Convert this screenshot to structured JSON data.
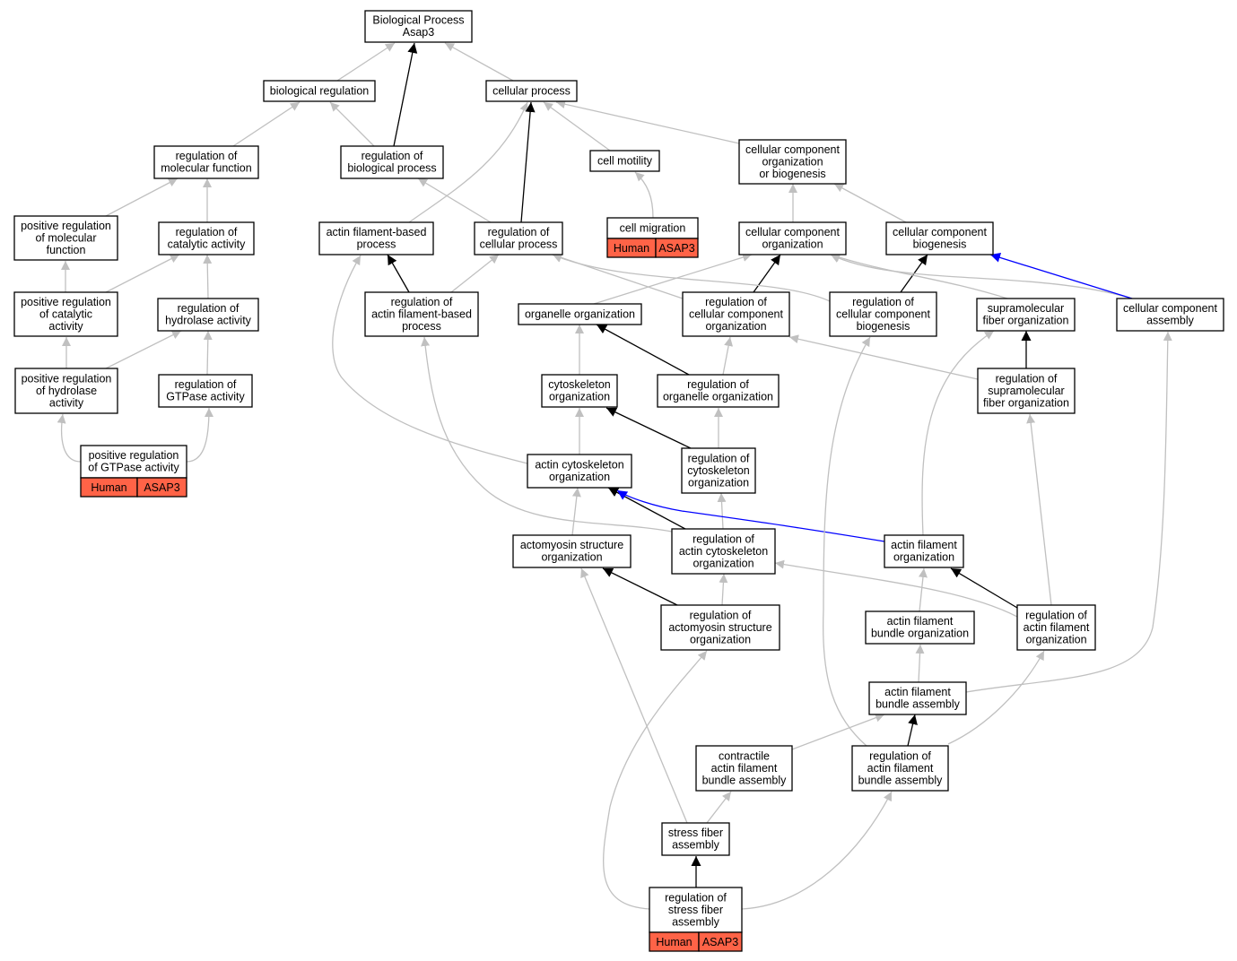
{
  "diagram": {
    "colors": {
      "is_a": "#c0c0c0",
      "part_of": "#000000",
      "regulates": "#0000ff",
      "annotation_fill": "#ff6347"
    },
    "nodes": [
      {
        "id": "root",
        "lines": [
          "Biological Process",
          "Asap3"
        ]
      },
      {
        "id": "biological_regulation",
        "lines": [
          "biological regulation"
        ]
      },
      {
        "id": "cellular_process",
        "lines": [
          "cellular process"
        ]
      },
      {
        "id": "regulation_of_molecular_function",
        "lines": [
          "regulation of",
          "molecular function"
        ]
      },
      {
        "id": "regulation_of_biological_process",
        "lines": [
          "regulation of",
          "biological process"
        ]
      },
      {
        "id": "cell_motility",
        "lines": [
          "cell motility"
        ]
      },
      {
        "id": "ccob",
        "lines": [
          "cellular component",
          "organization",
          "or biogenesis"
        ]
      },
      {
        "id": "pos_reg_molecular_function",
        "lines": [
          "positive regulation",
          "of molecular",
          "function"
        ]
      },
      {
        "id": "regulation_of_catalytic_activity",
        "lines": [
          "regulation of",
          "catalytic activity"
        ]
      },
      {
        "id": "actin_filament_based_process",
        "lines": [
          "actin filament-based",
          "process"
        ]
      },
      {
        "id": "regulation_of_cellular_process",
        "lines": [
          "regulation of",
          "cellular process"
        ]
      },
      {
        "id": "cell_migration",
        "lines": [
          "cell migration"
        ]
      },
      {
        "id": "cellular_component_organization",
        "lines": [
          "cellular component",
          "organization"
        ]
      },
      {
        "id": "cellular_component_biogenesis",
        "lines": [
          "cellular component",
          "biogenesis"
        ]
      },
      {
        "id": "pos_reg_catalytic_activity",
        "lines": [
          "positive regulation",
          "of catalytic",
          "activity"
        ]
      },
      {
        "id": "regulation_of_hydrolase_activity",
        "lines": [
          "regulation of",
          "hydrolase activity"
        ]
      },
      {
        "id": "reg_actin_filament_based_process",
        "lines": [
          "regulation of",
          "actin filament-based",
          "process"
        ]
      },
      {
        "id": "organelle_organization",
        "lines": [
          "organelle organization"
        ]
      },
      {
        "id": "reg_ccorg",
        "lines": [
          "regulation of",
          "cellular component",
          "organization"
        ]
      },
      {
        "id": "reg_ccbio",
        "lines": [
          "regulation of",
          "cellular component",
          "biogenesis"
        ]
      },
      {
        "id": "supramolecular_fiber_org",
        "lines": [
          "supramolecular",
          "fiber organization"
        ]
      },
      {
        "id": "cellular_component_assembly",
        "lines": [
          "cellular component",
          "assembly"
        ]
      },
      {
        "id": "pos_reg_hydrolase_activity",
        "lines": [
          "positive regulation",
          "of hydrolase",
          "activity"
        ]
      },
      {
        "id": "regulation_of_gtpase_activity",
        "lines": [
          "regulation of",
          "GTPase activity"
        ]
      },
      {
        "id": "cytoskeleton_organization",
        "lines": [
          "cytoskeleton",
          "organization"
        ]
      },
      {
        "id": "reg_organelle_org",
        "lines": [
          "regulation of",
          "organelle organization"
        ]
      },
      {
        "id": "reg_supramolecular_fiber_org",
        "lines": [
          "regulation of",
          "supramolecular",
          "fiber organization"
        ]
      },
      {
        "id": "pos_reg_gtpase_activity",
        "lines": [
          "positive regulation",
          "of GTPase activity"
        ]
      },
      {
        "id": "actin_cytoskeleton_org",
        "lines": [
          "actin cytoskeleton",
          "organization"
        ]
      },
      {
        "id": "reg_cytoskeleton_org",
        "lines": [
          "regulation of",
          "cytoskeleton",
          "organization"
        ]
      },
      {
        "id": "actomyosin_structure_org",
        "lines": [
          "actomyosin structure",
          "organization"
        ]
      },
      {
        "id": "reg_actin_cytoskeleton_org",
        "lines": [
          "regulation of",
          "actin cytoskeleton",
          "organization"
        ]
      },
      {
        "id": "actin_filament_org",
        "lines": [
          "actin filament",
          "organization"
        ]
      },
      {
        "id": "reg_actomyosin_structure_org",
        "lines": [
          "regulation of",
          "actomyosin structure",
          "organization"
        ]
      },
      {
        "id": "actin_filament_bundle_org",
        "lines": [
          "actin filament",
          "bundle organization"
        ]
      },
      {
        "id": "reg_actin_filament_org",
        "lines": [
          "regulation of",
          "actin filament",
          "organization"
        ]
      },
      {
        "id": "actin_filament_bundle_assembly",
        "lines": [
          "actin filament",
          "bundle assembly"
        ]
      },
      {
        "id": "contractile_afba",
        "lines": [
          "contractile",
          "actin filament",
          "bundle assembly"
        ]
      },
      {
        "id": "reg_afba",
        "lines": [
          "regulation of",
          "actin filament",
          "bundle assembly"
        ]
      },
      {
        "id": "stress_fiber_assembly",
        "lines": [
          "stress fiber",
          "assembly"
        ]
      },
      {
        "id": "reg_stress_fiber_assembly",
        "lines": [
          "regulation of",
          "stress fiber",
          "assembly"
        ]
      }
    ],
    "annotations": [
      {
        "node": "cell_migration",
        "cells": [
          "Human",
          "ASAP3"
        ]
      },
      {
        "node": "pos_reg_gtpase_activity",
        "cells": [
          "Human",
          "ASAP3"
        ]
      },
      {
        "node": "reg_stress_fiber_assembly",
        "cells": [
          "Human",
          "ASAP3"
        ]
      }
    ],
    "edges": [
      {
        "from": "biological_regulation",
        "to": "root",
        "type": "is_a"
      },
      {
        "from": "cellular_process",
        "to": "root",
        "type": "is_a"
      },
      {
        "from": "regulation_of_biological_process",
        "to": "root",
        "type": "part_of"
      },
      {
        "from": "regulation_of_molecular_function",
        "to": "biological_regulation",
        "type": "is_a"
      },
      {
        "from": "regulation_of_biological_process",
        "to": "biological_regulation",
        "type": "is_a"
      },
      {
        "from": "cell_motility",
        "to": "cellular_process",
        "type": "is_a"
      },
      {
        "from": "ccob",
        "to": "cellular_process",
        "type": "is_a"
      },
      {
        "from": "actin_filament_based_process",
        "to": "cellular_process",
        "type": "is_a"
      },
      {
        "from": "regulation_of_cellular_process",
        "to": "cellular_process",
        "type": "part_of"
      },
      {
        "from": "pos_reg_molecular_function",
        "to": "regulation_of_molecular_function",
        "type": "is_a"
      },
      {
        "from": "regulation_of_catalytic_activity",
        "to": "regulation_of_molecular_function",
        "type": "is_a"
      },
      {
        "from": "regulation_of_cellular_process",
        "to": "regulation_of_biological_process",
        "type": "is_a"
      },
      {
        "from": "cell_migration",
        "to": "cell_motility",
        "type": "is_a"
      },
      {
        "from": "cellular_component_organization",
        "to": "ccob",
        "type": "is_a"
      },
      {
        "from": "cellular_component_biogenesis",
        "to": "ccob",
        "type": "is_a"
      },
      {
        "from": "pos_reg_catalytic_activity",
        "to": "pos_reg_molecular_function",
        "type": "is_a"
      },
      {
        "from": "pos_reg_catalytic_activity",
        "to": "regulation_of_catalytic_activity",
        "type": "is_a"
      },
      {
        "from": "regulation_of_hydrolase_activity",
        "to": "regulation_of_catalytic_activity",
        "type": "is_a"
      },
      {
        "from": "reg_actin_filament_based_process",
        "to": "actin_filament_based_process",
        "type": "part_of"
      },
      {
        "from": "reg_actin_filament_based_process",
        "to": "regulation_of_cellular_process",
        "type": "is_a"
      },
      {
        "from": "organelle_organization",
        "to": "cellular_component_organization",
        "type": "is_a"
      },
      {
        "from": "reg_ccorg",
        "to": "cellular_component_organization",
        "type": "part_of"
      },
      {
        "from": "reg_ccorg",
        "to": "regulation_of_cellular_process",
        "type": "is_a"
      },
      {
        "from": "reg_ccbio",
        "to": "cellular_component_biogenesis",
        "type": "part_of"
      },
      {
        "from": "reg_ccbio",
        "to": "regulation_of_cellular_process",
        "type": "is_a"
      },
      {
        "from": "supramolecular_fiber_org",
        "to": "cellular_component_organization",
        "type": "is_a"
      },
      {
        "from": "cellular_component_assembly",
        "to": "cellular_component_organization",
        "type": "is_a"
      },
      {
        "from": "cellular_component_assembly",
        "to": "cellular_component_biogenesis",
        "type": "regulates"
      },
      {
        "from": "pos_reg_hydrolase_activity",
        "to": "pos_reg_catalytic_activity",
        "type": "is_a"
      },
      {
        "from": "pos_reg_hydrolase_activity",
        "to": "regulation_of_hydrolase_activity",
        "type": "is_a"
      },
      {
        "from": "regulation_of_gtpase_activity",
        "to": "regulation_of_hydrolase_activity",
        "type": "is_a"
      },
      {
        "from": "cytoskeleton_organization",
        "to": "organelle_organization",
        "type": "is_a"
      },
      {
        "from": "reg_organelle_org",
        "to": "organelle_organization",
        "type": "part_of"
      },
      {
        "from": "reg_organelle_org",
        "to": "reg_ccorg",
        "type": "is_a"
      },
      {
        "from": "reg_supramolecular_fiber_org",
        "to": "supramolecular_fiber_org",
        "type": "part_of"
      },
      {
        "from": "reg_supramolecular_fiber_org",
        "to": "reg_ccorg",
        "type": "is_a"
      },
      {
        "from": "pos_reg_gtpase_activity",
        "to": "pos_reg_hydrolase_activity",
        "type": "is_a"
      },
      {
        "from": "pos_reg_gtpase_activity",
        "to": "regulation_of_gtpase_activity",
        "type": "is_a"
      },
      {
        "from": "actin_cytoskeleton_org",
        "to": "cytoskeleton_organization",
        "type": "is_a"
      },
      {
        "from": "actin_cytoskeleton_org",
        "to": "actin_filament_based_process",
        "type": "is_a"
      },
      {
        "from": "reg_cytoskeleton_org",
        "to": "cytoskeleton_organization",
        "type": "part_of"
      },
      {
        "from": "reg_cytoskeleton_org",
        "to": "reg_organelle_org",
        "type": "is_a"
      },
      {
        "from": "actomyosin_structure_org",
        "to": "actin_cytoskeleton_org",
        "type": "is_a"
      },
      {
        "from": "reg_actin_cytoskeleton_org",
        "to": "actin_cytoskeleton_org",
        "type": "part_of"
      },
      {
        "from": "reg_actin_cytoskeleton_org",
        "to": "reg_cytoskeleton_org",
        "type": "is_a"
      },
      {
        "from": "reg_actin_cytoskeleton_org",
        "to": "reg_actin_filament_based_process",
        "type": "is_a"
      },
      {
        "from": "actin_filament_org",
        "to": "actin_cytoskeleton_org",
        "type": "regulates"
      },
      {
        "from": "actin_filament_org",
        "to": "supramolecular_fiber_org",
        "type": "is_a"
      },
      {
        "from": "reg_actomyosin_structure_org",
        "to": "actomyosin_structure_org",
        "type": "part_of"
      },
      {
        "from": "reg_actomyosin_structure_org",
        "to": "reg_actin_cytoskeleton_org",
        "type": "is_a"
      },
      {
        "from": "actin_filament_bundle_org",
        "to": "actin_filament_org",
        "type": "is_a"
      },
      {
        "from": "reg_actin_filament_org",
        "to": "actin_filament_org",
        "type": "part_of"
      },
      {
        "from": "reg_actin_filament_org",
        "to": "reg_actin_cytoskeleton_org",
        "type": "is_a"
      },
      {
        "from": "reg_actin_filament_org",
        "to": "reg_supramolecular_fiber_org",
        "type": "is_a"
      },
      {
        "from": "actin_filament_bundle_assembly",
        "to": "actin_filament_bundle_org",
        "type": "is_a"
      },
      {
        "from": "actin_filament_bundle_assembly",
        "to": "cellular_component_assembly",
        "type": "is_a"
      },
      {
        "from": "contractile_afba",
        "to": "actin_filament_bundle_assembly",
        "type": "is_a"
      },
      {
        "from": "reg_afba",
        "to": "actin_filament_bundle_assembly",
        "type": "part_of"
      },
      {
        "from": "reg_afba",
        "to": "reg_actin_filament_org",
        "type": "is_a"
      },
      {
        "from": "reg_afba",
        "to": "reg_ccbio",
        "type": "is_a"
      },
      {
        "from": "stress_fiber_assembly",
        "to": "contractile_afba",
        "type": "is_a"
      },
      {
        "from": "stress_fiber_assembly",
        "to": "actomyosin_structure_org",
        "type": "is_a"
      },
      {
        "from": "reg_stress_fiber_assembly",
        "to": "stress_fiber_assembly",
        "type": "part_of"
      },
      {
        "from": "reg_stress_fiber_assembly",
        "to": "reg_afba",
        "type": "is_a"
      },
      {
        "from": "reg_stress_fiber_assembly",
        "to": "reg_actomyosin_structure_org",
        "type": "is_a"
      }
    ]
  }
}
